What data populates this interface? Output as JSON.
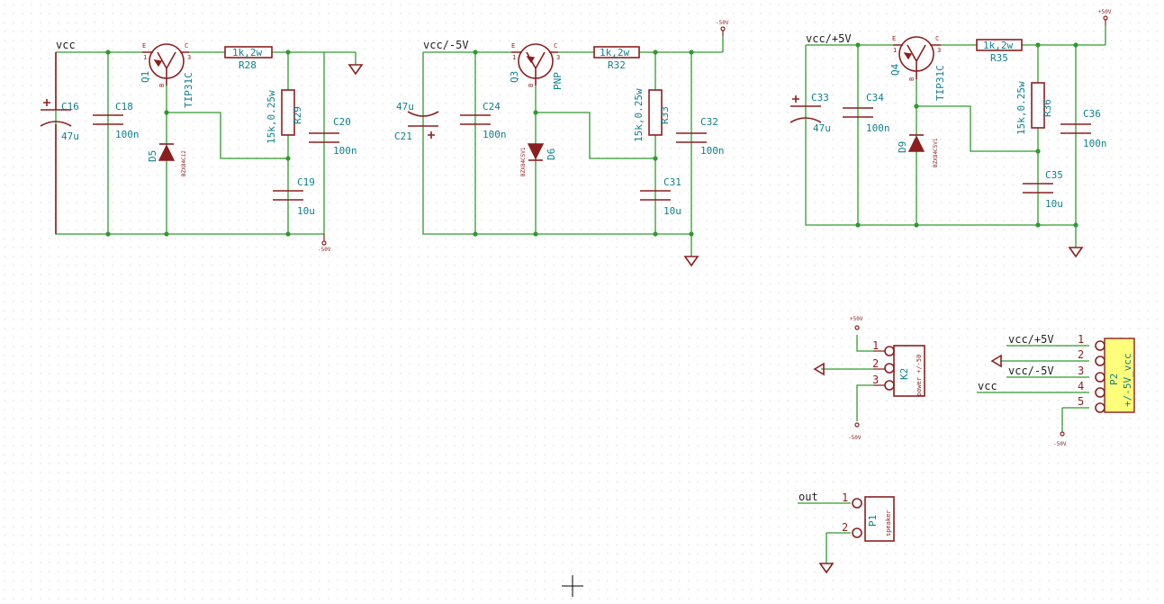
{
  "nets": {
    "vcc": "vcc",
    "vcc_m5": "vcc/-5V",
    "vcc_p5": "vcc/+5V",
    "out": "out"
  },
  "power": {
    "m50": "-50V",
    "p50": "+50V"
  },
  "pins": {
    "e": "E",
    "c": "C",
    "b": "B",
    "n1": "1",
    "n2": "2",
    "n3": "3",
    "n4": "4",
    "n5": "5"
  },
  "block1": {
    "q_ref": "Q1",
    "q_val": "TIP31C",
    "r_top_val": "1k,2w",
    "r_top_ref": "R28",
    "r_v_ref": "R29",
    "r_v_val": "15k,0.25w",
    "c_el_ref": "C16",
    "c_el_val": "47u",
    "c_a_ref": "C18",
    "c_a_val": "100n",
    "c_b_ref": "C20",
    "c_b_val": "100n",
    "c_c_ref": "C19",
    "c_c_val": "10u",
    "d_ref": "D5",
    "d_val": "BZX84C12"
  },
  "block2": {
    "q_ref": "Q3",
    "q_val": "PNP",
    "r_top_val": "1k,2w",
    "r_top_ref": "R32",
    "r_v_ref": "R33",
    "r_v_val": "15k,0.25w",
    "c_el_ref": "C21",
    "c_el_val": "47u",
    "c_a_ref": "C24",
    "c_a_val": "100n",
    "c_b_ref": "C32",
    "c_b_val": "100n",
    "c_c_ref": "C31",
    "c_c_val": "10u",
    "d_ref": "D6",
    "d_val": "BZX84C5V1"
  },
  "block3": {
    "q_ref": "Q4",
    "q_val": "TIP31C",
    "r_top_val": "1k,2w",
    "r_top_ref": "R35",
    "r_v_ref": "R36",
    "r_v_val": "15k,0.25w",
    "c_el_ref": "C33",
    "c_el_val": "47u",
    "c_a_ref": "C34",
    "c_a_val": "100n",
    "c_b_ref": "C36",
    "c_b_val": "100n",
    "c_c_ref": "C35",
    "c_c_val": "10u",
    "d_ref": "D9",
    "d_val": "BZX84C5V1"
  },
  "k2": {
    "ref": "K2",
    "val": "power +/-50"
  },
  "p2": {
    "ref": "P2",
    "val": "+/-5V_vcc"
  },
  "p1": {
    "ref": "P1",
    "val": "speaker"
  },
  "colors": {
    "wire": "#2f9a2f",
    "component": "#8b1f1f",
    "label": "#0f7f8f",
    "connector_fill": "#ffff7a",
    "grid": "#c8c8c8"
  }
}
